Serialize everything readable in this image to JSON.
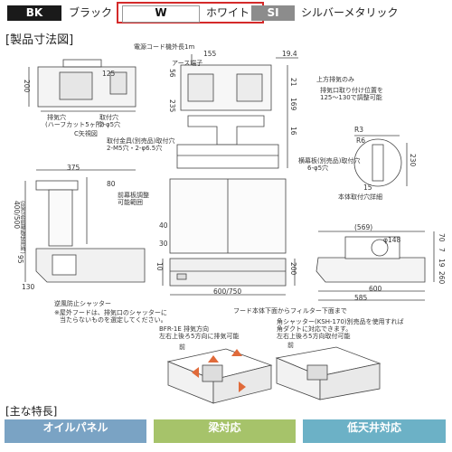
{
  "colors": {
    "items": [
      {
        "code": "BK",
        "name": "ブラック",
        "chip_color": "#1a1a1a"
      },
      {
        "code": "W",
        "name": "ホワイト",
        "chip_color": "#ffffff"
      },
      {
        "code": "SI",
        "name": "シルバーメタリック",
        "chip_color": "#8c8c8c"
      }
    ],
    "selected": "W",
    "selected_frame_color": "#d42a2a"
  },
  "drawing": {
    "title": "[製品寸法図]",
    "labels": {
      "power_cord": "電源コード機外長1m",
      "earth": "アース端子",
      "exhaust_port": "排気穴",
      "half_cut": "(ハーフカット5ヶ所)",
      "mount_holes_top": "取付穴",
      "mount_holes_top_size": "2-φ5穴",
      "c_view": "C矢視図",
      "bracket_holes": "取付金具(別売品)取付穴",
      "bracket_holes_size": "2-M5穴・2-φ6.5穴",
      "upper_exhaust": "上方排気のみ",
      "upper_exhaust_note1": "排気口取り付け位置を",
      "upper_exhaust_note2": "125〜130で調整可能",
      "side_holes": "横幕板(別売品)取付穴",
      "side_holes_size": "6-φ5穴",
      "body_holes_detail": "本体取付穴詳細",
      "front_panel": "前幕板調整",
      "front_panel_2": "可能範囲",
      "backflow_shutter": "逆風防止シャッター",
      "backflow_note1": "※屋外フードは、排気口のシャッターに",
      "backflow_note2": "当たらないものを選定してください。",
      "filter_bottom": "フード本体下面からフィルター下面まで",
      "bfr_title": "BFR-1E 排気方向",
      "bfr_sub": "左右上後ろ5方向に排気可能",
      "shutter_title": "角シャッター(KSH-170)別売品を使用すれば",
      "shutter_sub1": "角ダクトに対応できます。",
      "shutter_sub2": "左右上後ろ5方向取付可能",
      "front": "前"
    },
    "dims": {
      "d155": "155",
      "d19_4": "19.4",
      "d125": "125",
      "d200": "200",
      "d56": "56",
      "d235": "235",
      "d21": "21",
      "d169": "169",
      "d16": "16",
      "d375": "375",
      "d80": "80",
      "d40": "40",
      "d30": "30",
      "d95": "95",
      "d130": "130",
      "d400_500": "400/500",
      "d600_750": "600/750",
      "d600": "600",
      "d585": "585",
      "d569": "(569)",
      "d148": "φ148",
      "d70": "70",
      "d7": "7",
      "d19": "19",
      "d200b": "200",
      "d260": "260",
      "d230": "230",
      "d15": "15",
      "dR3": "R3",
      "dR6": "R6",
      "d10": "10",
      "d125_130": "125〜130",
      "range_note": "(別売品前幕板使用時)"
    }
  },
  "features": {
    "title": "[主な特長]",
    "items": [
      {
        "label": "オイルパネル",
        "color": "#7aa3c4"
      },
      {
        "label": "梁対応",
        "color": "#a6c36a"
      },
      {
        "label": "低天井対応",
        "color": "#6cb1c6"
      }
    ]
  }
}
